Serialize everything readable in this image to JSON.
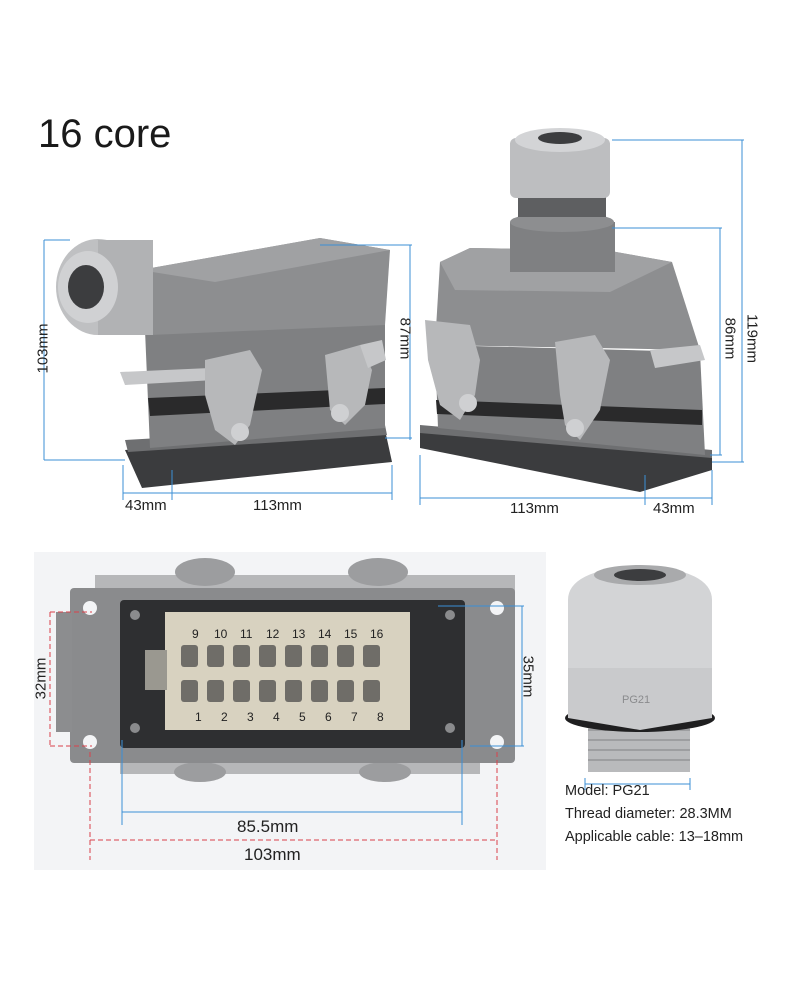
{
  "title": "16 core",
  "side_view": {
    "height_left": "103mm",
    "height_right": "87mm",
    "width_left": "43mm",
    "width_right": "113mm"
  },
  "front_view": {
    "height_inner": "86mm",
    "height_outer": "119mm",
    "width_left": "113mm",
    "width_right": "43mm"
  },
  "base_view": {
    "height_left": "32mm",
    "height_right": "35mm",
    "width_inner": "85.5mm",
    "width_outer": "103mm",
    "pins_top": [
      "9",
      "10",
      "11",
      "12",
      "13",
      "14",
      "15",
      "16"
    ],
    "pins_bottom": [
      "1",
      "2",
      "3",
      "4",
      "5",
      "6",
      "7",
      "8"
    ]
  },
  "gland": {
    "marking": "PG21",
    "model": "Model: PG21",
    "thread": "Thread diameter: 28.3MM",
    "cable": "Applicable cable: 13–18mm"
  },
  "colors": {
    "housing": "#8a8b8d",
    "gland": "#c9cacc",
    "dimension_line": "#3b8fd6",
    "red_line": "#d9414a",
    "insert": "#d8d2c0"
  }
}
